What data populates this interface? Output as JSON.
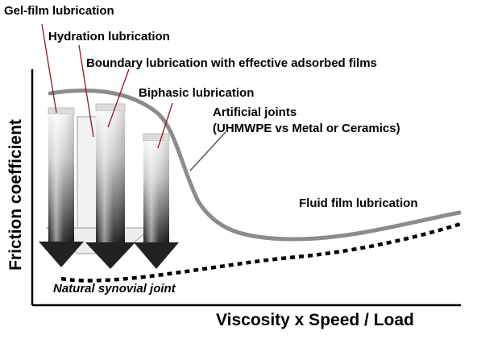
{
  "labels": {
    "gel_film": "Gel-film lubrication",
    "hydration": "Hydration lubrication",
    "boundary": "Boundary lubrication with effective adsorbed films",
    "biphasic": "Biphasic lubrication",
    "artificial_line1": "Artificial joints",
    "artificial_line2": "(UHMWPE vs Metal or Ceramics)",
    "fluid_film": "Fluid film lubrication",
    "natural": "Natural synovial joint"
  },
  "axes": {
    "y_label": "Friction coefficient",
    "x_label": "Viscosity x Speed / Load"
  },
  "colors": {
    "artificial_curve": "#8c8c8c",
    "natural_curve": "#000000",
    "leader_line": "#8b1a1a",
    "axis": "#000000"
  }
}
